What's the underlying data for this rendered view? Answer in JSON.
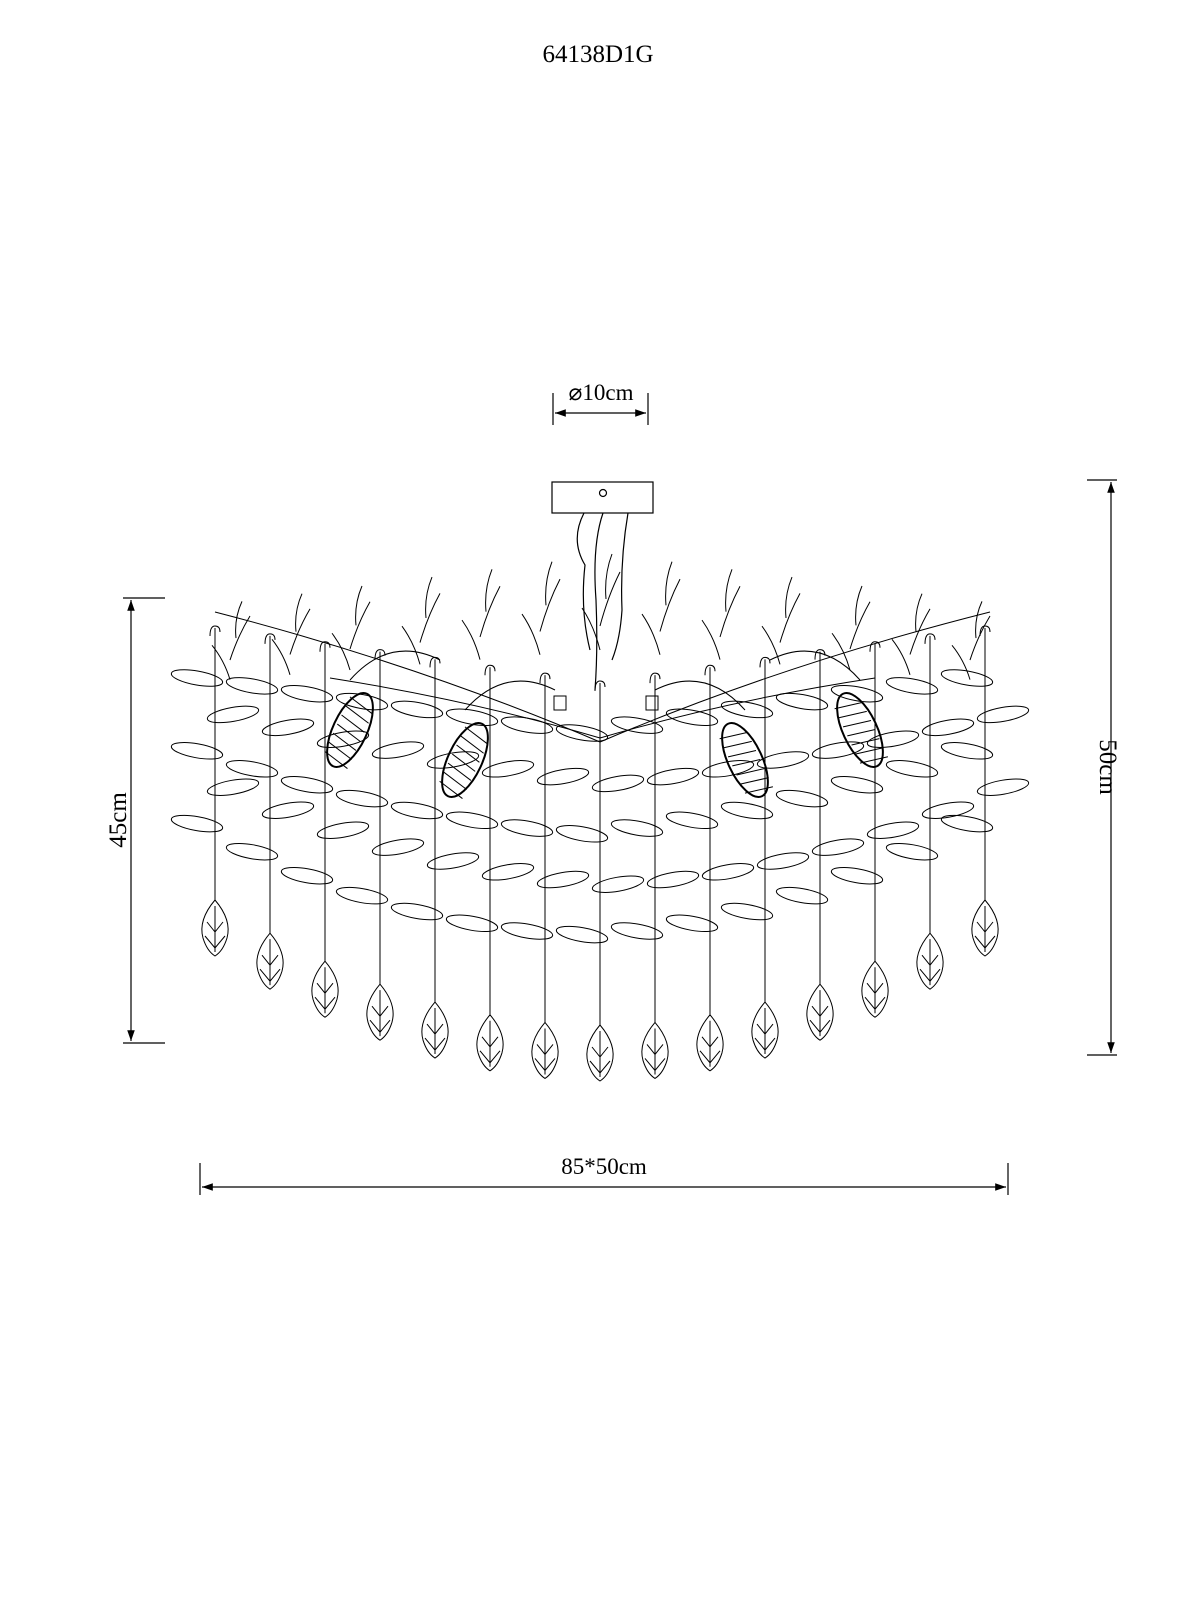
{
  "drawing": {
    "model_code": "64138D1G",
    "dimensions": {
      "canopy_diameter": "⌀10cm",
      "body_height": "45cm",
      "total_height": "50cm",
      "width_depth": "85*50cm"
    }
  },
  "colors": {
    "ink": "#000000",
    "paper": "#ffffff"
  }
}
